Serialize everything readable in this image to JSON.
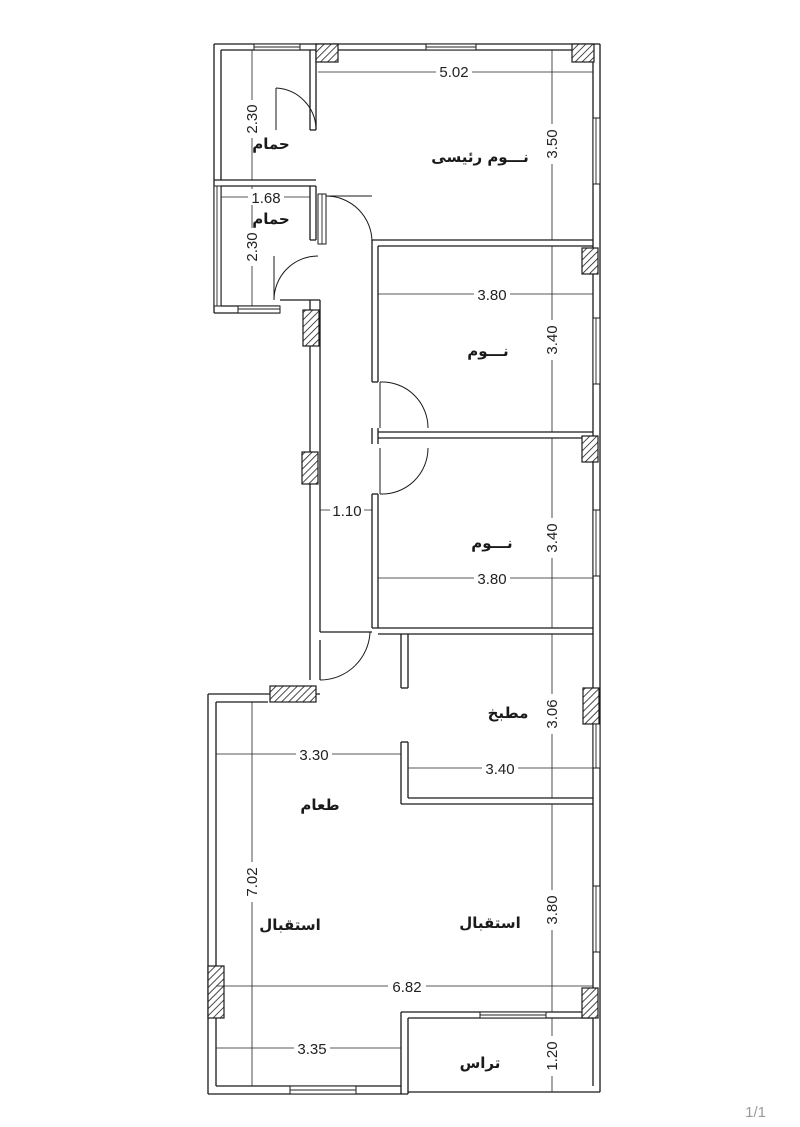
{
  "rooms": {
    "master_bedroom": "نـــوم رئيسى",
    "bedroom_1": "نـــوم",
    "bedroom_2": "نـــوم",
    "bathroom_1": "حمام",
    "bathroom_2": "حمام",
    "kitchen": "مطبخ",
    "dining": "طعام",
    "reception_1": "استقبال",
    "reception_2": "استقبال",
    "terrace": "تراس"
  },
  "dimensions": {
    "master_width": "5.02",
    "master_depth": "3.50",
    "bathroom_1_height": "2.30",
    "bathroom_2_width": "1.68",
    "bathroom_2_height": "2.30",
    "bedroom_1_width": "3.80",
    "bedroom_1_depth": "3.40",
    "corridor_width": "1.10",
    "bedroom_2_width": "3.80",
    "bedroom_2_depth": "3.40",
    "kitchen_depth": "3.06",
    "kitchen_width": "3.40",
    "dining_width": "3.30",
    "living_depth": "7.02",
    "reception_depth": "3.80",
    "total_width": "6.82",
    "terrace_left_width": "3.35",
    "terrace_depth": "1.20"
  },
  "page": {
    "number": "1/1"
  }
}
